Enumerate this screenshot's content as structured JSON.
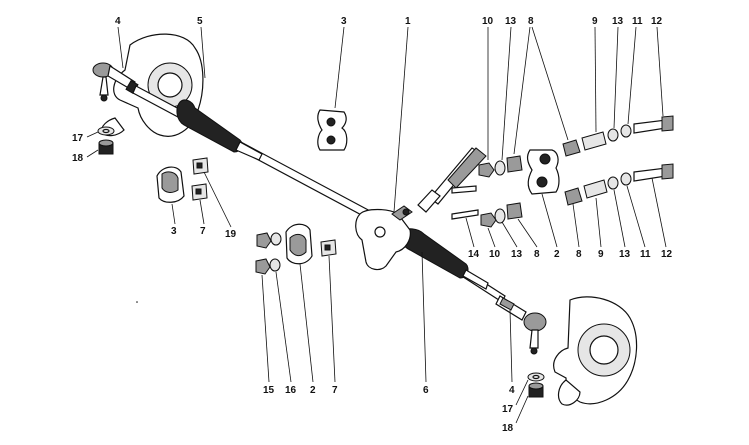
{
  "diagram": {
    "labels": [
      {
        "id": "l1",
        "text": "1"
      },
      {
        "id": "l3a",
        "text": "3"
      },
      {
        "id": "l4a",
        "text": "4"
      },
      {
        "id": "l5",
        "text": "5"
      },
      {
        "id": "l10a",
        "text": "10"
      },
      {
        "id": "l13a",
        "text": "13"
      },
      {
        "id": "l8a",
        "text": "8"
      },
      {
        "id": "l9a",
        "text": "9"
      },
      {
        "id": "l13b",
        "text": "13"
      },
      {
        "id": "l11a",
        "text": "11"
      },
      {
        "id": "l12a",
        "text": "12"
      },
      {
        "id": "l17a",
        "text": "17"
      },
      {
        "id": "l18a",
        "text": "18"
      },
      {
        "id": "l3b",
        "text": "3"
      },
      {
        "id": "l7a",
        "text": "7"
      },
      {
        "id": "l19",
        "text": "19"
      },
      {
        "id": "l14",
        "text": "14"
      },
      {
        "id": "l10b",
        "text": "10"
      },
      {
        "id": "l13c",
        "text": "13"
      },
      {
        "id": "l8b",
        "text": "8"
      },
      {
        "id": "l2a",
        "text": "2"
      },
      {
        "id": "l8c",
        "text": "8"
      },
      {
        "id": "l9b",
        "text": "9"
      },
      {
        "id": "l13d",
        "text": "13"
      },
      {
        "id": "l11b",
        "text": "11"
      },
      {
        "id": "l12b",
        "text": "12"
      },
      {
        "id": "l15",
        "text": "15"
      },
      {
        "id": "l16",
        "text": "16"
      },
      {
        "id": "l2b",
        "text": "2"
      },
      {
        "id": "l7b",
        "text": "7"
      },
      {
        "id": "l6",
        "text": "6"
      },
      {
        "id": "l4b",
        "text": "4"
      },
      {
        "id": "l17b",
        "text": "17"
      },
      {
        "id": "l18b",
        "text": "18"
      }
    ]
  }
}
